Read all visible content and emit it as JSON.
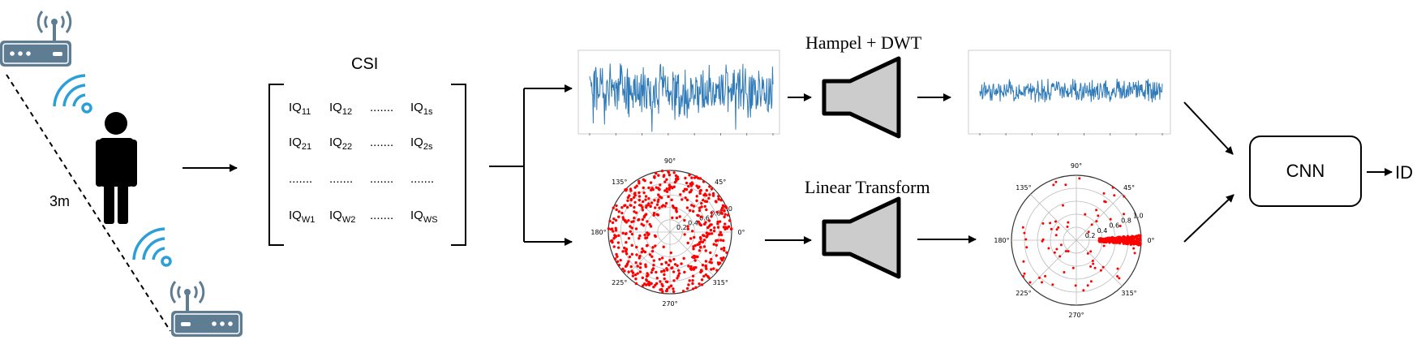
{
  "colors": {
    "router": "#5e7d93",
    "wifi": "#2a9fd8",
    "signal": "#2f7ab8",
    "scatter": "#ff0000",
    "filter_fill": "#cccccc"
  },
  "icons": [
    "router-icon",
    "wifi-signal-icon",
    "person-icon",
    "filter-icon"
  ],
  "scene": {
    "distance_label": "3m"
  },
  "csi": {
    "title": "CSI",
    "rows": [
      [
        {
          "base": "IQ",
          "sub": "11"
        },
        {
          "base": "IQ",
          "sub": "12"
        },
        {
          "base": ".......",
          "sub": ""
        },
        {
          "base": "IQ",
          "sub": "1s"
        }
      ],
      [
        {
          "base": "IQ",
          "sub": "21"
        },
        {
          "base": "IQ",
          "sub": "22"
        },
        {
          "base": ".......",
          "sub": ""
        },
        {
          "base": "IQ",
          "sub": "2s"
        }
      ],
      [
        {
          "base": ".......",
          "sub": ""
        },
        {
          "base": ".......",
          "sub": ""
        },
        {
          "base": ".......",
          "sub": ""
        },
        {
          "base": ".......",
          "sub": ""
        }
      ],
      [
        {
          "base": "IQ",
          "sub": "W1"
        },
        {
          "base": "IQ",
          "sub": "W2"
        },
        {
          "base": ".......",
          "sub": ""
        },
        {
          "base": "IQ",
          "sub": "WS"
        }
      ]
    ]
  },
  "stages": {
    "top_label": "Hampel + DWT",
    "bottom_label": "Linear Transform"
  },
  "polar": {
    "angle_labels": [
      "0°",
      "45°",
      "90°",
      "135°",
      "180°",
      "225°",
      "270°",
      "315°"
    ],
    "radial_labels": [
      "0.2",
      "0.4",
      "0.6",
      "0.8",
      "1.0"
    ]
  },
  "output": {
    "cnn_label": "CNN",
    "id_label": "ID"
  }
}
